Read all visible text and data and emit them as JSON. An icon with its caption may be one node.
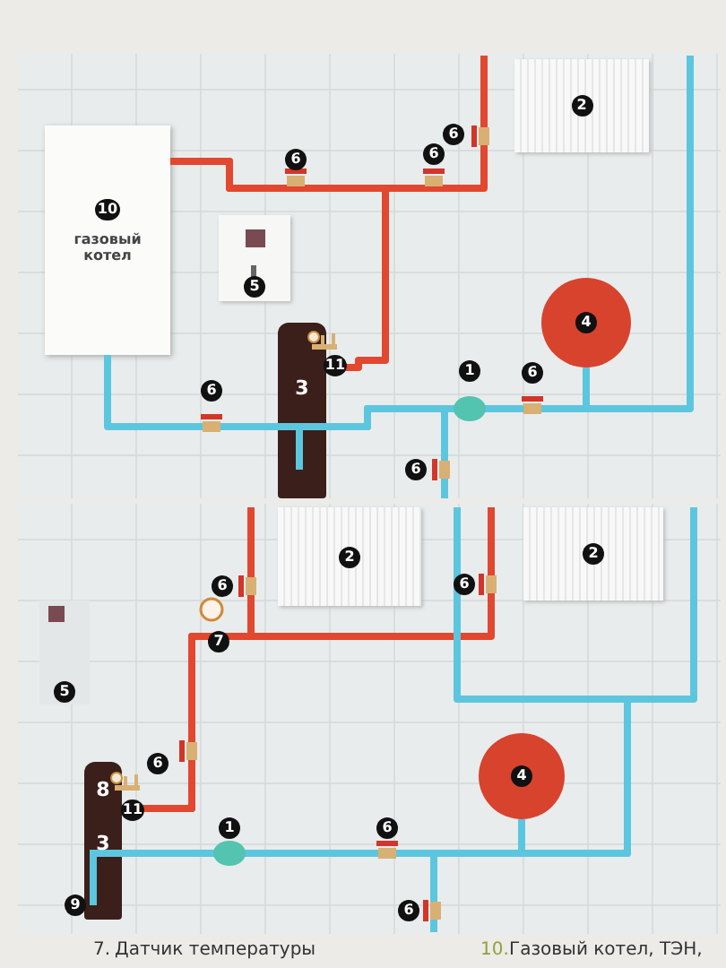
{
  "diagram": {
    "nodes": [
      {
        "text": [
          "10",
          "газовый котел"
        ]
      },
      {
        "text": [
          "5"
        ]
      },
      {
        "text": [
          "2"
        ]
      },
      {
        "text": [
          "3"
        ]
      },
      {
        "text": [
          "4"
        ]
      },
      {
        "text": [
          "2"
        ]
      },
      {
        "text": [
          "2"
        ]
      },
      {
        "text": [
          "5"
        ]
      },
      {
        "text": [
          "8",
          "3"
        ],
        "beside": [
          "9"
        ]
      },
      {
        "text": [
          "4"
        ]
      }
    ],
    "edges": [
      {
        "from": 0,
        "to": null,
        "arrow": "none",
        "color": "#e2472f"
      },
      {
        "from": 0,
        "to": 3,
        "arrow": "none",
        "color": "#e2472f"
      },
      {
        "from": 0,
        "to": 3,
        "arrow": "none"
      },
      {
        "from": 3,
        "to": 4,
        "arrow": "none"
      },
      {
        "from": 3,
        "to": null,
        "arrow": "none"
      },
      {
        "from": 3,
        "to": null,
        "arrow": "none"
      },
      {
        "from": 8,
        "to": null,
        "arrow": "none",
        "color": "#e2472f"
      },
      {
        "from": 8,
        "to": null,
        "arrow": "none",
        "color": "#e2472f"
      },
      {
        "from": 8,
        "to": 9,
        "arrow": "none"
      },
      {
        "from": 8,
        "to": null,
        "arrow": "none"
      },
      {
        "from": 8,
        "to": null,
        "arrow": "none"
      },
      {
        "from": 8,
        "to": null,
        "arrow": "none"
      }
    ],
    "labels": [
      "6",
      "6",
      "6",
      "11",
      "1",
      "6",
      "6",
      "6",
      "6",
      "6",
      "7",
      "6",
      "11",
      "1",
      "6",
      "6",
      "7.",
      "Датчик температуры",
      "10.",
      "Газовый котел, ТЭН,"
    ]
  }
}
